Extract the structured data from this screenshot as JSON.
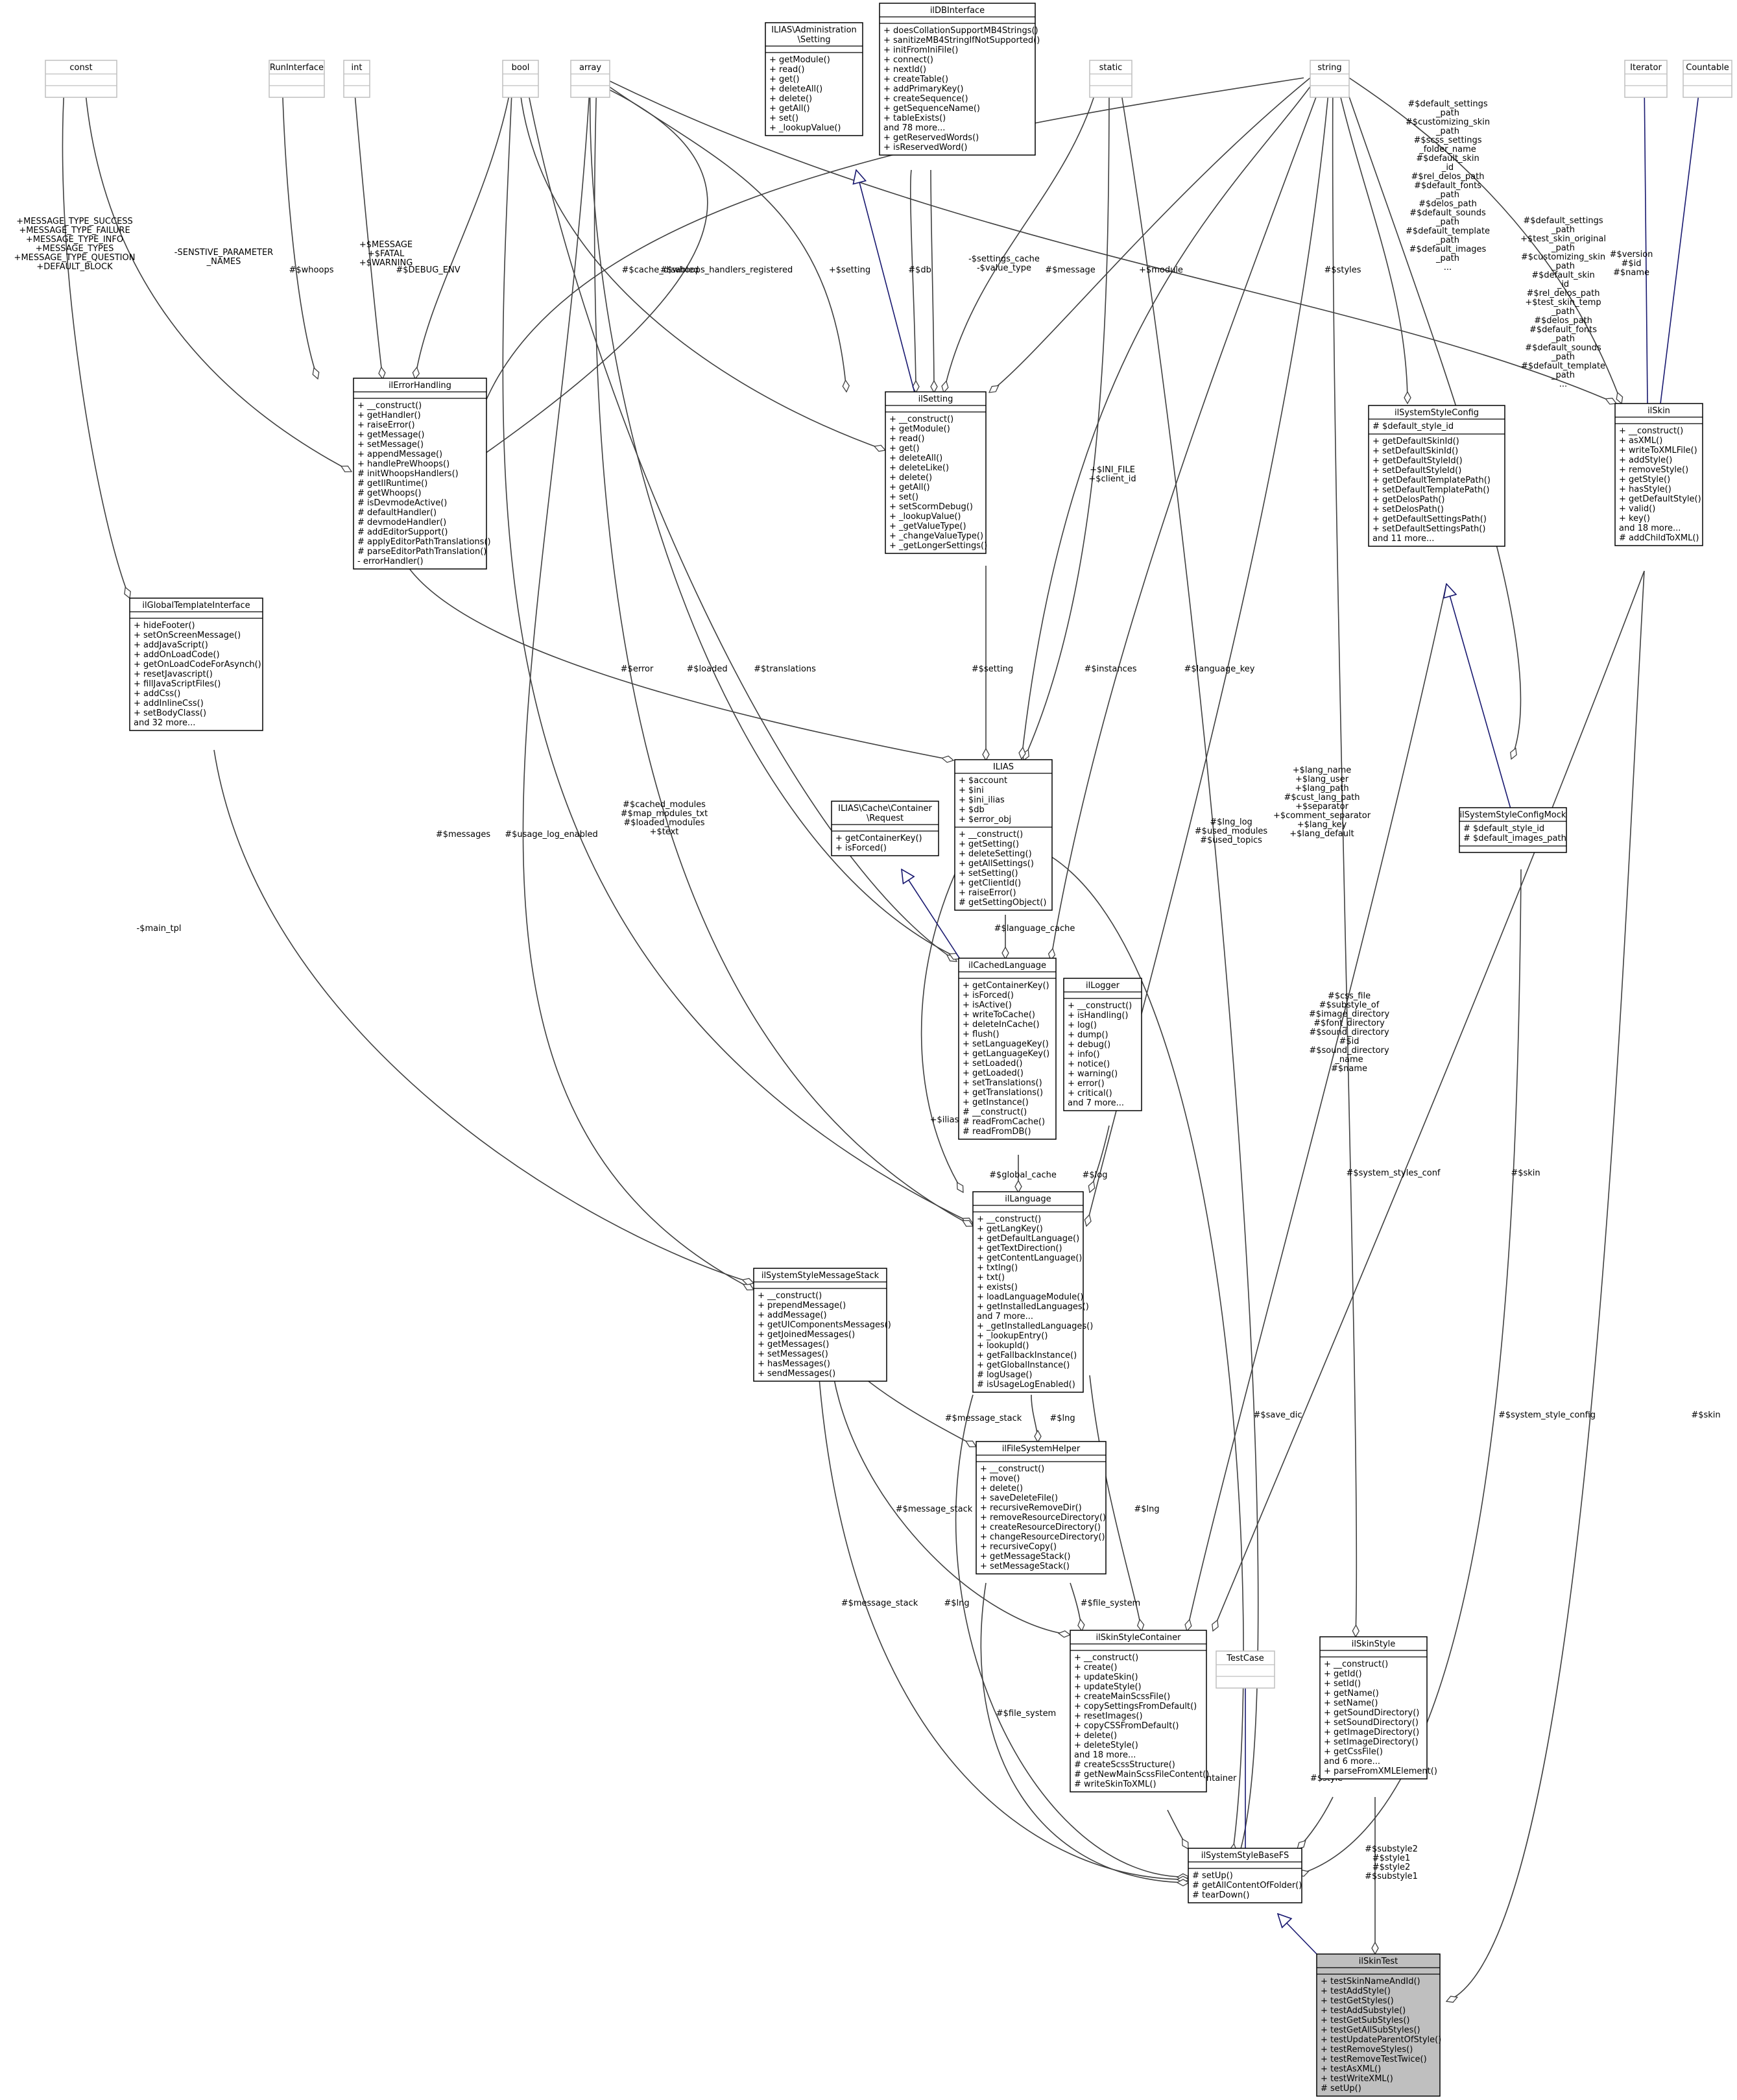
{
  "classes": [
    {
      "id": "const",
      "title": "const",
      "members": [],
      "methods": [],
      "empty": true,
      "fill": "#ffffff",
      "stroke": "#bfbfbf"
    },
    {
      "id": "RunInterface",
      "title": "RunInterface",
      "members": [],
      "methods": [],
      "empty": true,
      "fill": "#ffffff",
      "stroke": "#bfbfbf"
    },
    {
      "id": "int",
      "title": "int",
      "members": [],
      "methods": [],
      "empty": true,
      "fill": "#ffffff",
      "stroke": "#bfbfbf"
    },
    {
      "id": "bool",
      "title": "bool",
      "members": [],
      "methods": [],
      "empty": true,
      "fill": "#ffffff",
      "stroke": "#bfbfbf"
    },
    {
      "id": "array",
      "title": "array",
      "members": [],
      "methods": [],
      "empty": true,
      "fill": "#ffffff",
      "stroke": "#bfbfbf"
    },
    {
      "id": "AdminSetting",
      "title": [
        "ILIAS\\Administration",
        "\\Setting"
      ],
      "members": [],
      "methods": [
        "+ getModule()",
        "+ read()",
        "+ get()",
        "+ deleteAll()",
        "+ delete()",
        "+ getAll()",
        "+ set()",
        "+ _lookupValue()"
      ],
      "fill": "#ffffff",
      "stroke": "#000000"
    },
    {
      "id": "ilDBInterface",
      "title": "ilDBInterface",
      "members": [],
      "methods": [
        "+ doesCollationSupportMB4Strings()",
        "+ sanitizeMB4StringIfNotSupported()",
        "+ initFromIniFile()",
        "+ connect()",
        "+ nextId()",
        "+ createTable()",
        "+ addPrimaryKey()",
        "+ createSequence()",
        "+ getSequenceName()",
        "+ tableExists()",
        "and 78 more...",
        "+ getReservedWords()",
        "+ isReservedWord()"
      ],
      "fill": "#ffffff",
      "stroke": "#000000"
    },
    {
      "id": "static",
      "title": "static",
      "members": [],
      "methods": [],
      "empty": true,
      "fill": "#ffffff",
      "stroke": "#bfbfbf"
    },
    {
      "id": "string",
      "title": "string",
      "members": [],
      "methods": [],
      "empty": true,
      "fill": "#ffffff",
      "stroke": "#bfbfbf"
    },
    {
      "id": "Iterator",
      "title": "Iterator",
      "members": [],
      "methods": [],
      "empty": true,
      "fill": "#ffffff",
      "stroke": "#bfbfbf"
    },
    {
      "id": "Countable",
      "title": "Countable",
      "members": [],
      "methods": [],
      "empty": true,
      "fill": "#ffffff",
      "stroke": "#bfbfbf"
    },
    {
      "id": "ilErrorHandling",
      "title": "ilErrorHandling",
      "members": [],
      "methods": [
        "+ __construct()",
        "+ getHandler()",
        "+ raiseError()",
        "+ getMessage()",
        "+ setMessage()",
        "+ appendMessage()",
        "+ handlePreWhoops()",
        "# initWhoopsHandlers()",
        "# getIlRuntime()",
        "# getWhoops()",
        "# isDevmodeActive()",
        "# defaultHandler()",
        "# devmodeHandler()",
        "# addEditorSupport()",
        "# applyEditorPathTranslations()",
        "# parseEditorPathTranslation()",
        "- errorHandler()"
      ],
      "fill": "#ffffff",
      "stroke": "#000000"
    },
    {
      "id": "ilSetting",
      "title": "ilSetting",
      "members": [],
      "methods": [
        "+ __construct()",
        "+ getModule()",
        "+ read()",
        "+ get()",
        "+ deleteAll()",
        "+ deleteLike()",
        "+ delete()",
        "+ getAll()",
        "+ set()",
        "+ setScormDebug()",
        "+ _lookupValue()",
        "+ _getValueType()",
        "+ _changeValueType()",
        "+ _getLongerSettings()"
      ],
      "fill": "#ffffff",
      "stroke": "#000000"
    },
    {
      "id": "ilSystemStyleConfig",
      "title": "ilSystemStyleConfig",
      "members": [
        "# $default_style_id"
      ],
      "methods": [
        "+ getDefaultSkinId()",
        "+ setDefaultSkinId()",
        "+ getDefaultStyleId()",
        "+ setDefaultStyleId()",
        "+ getDefaultTemplatePath()",
        "+ setDefaultTemplatePath()",
        "+ getDelosPath()",
        "+ setDelosPath()",
        "+ getDefaultSettingsPath()",
        "+ setDefaultSettingsPath()",
        "and 11 more..."
      ],
      "fill": "#ffffff",
      "stroke": "#000000"
    },
    {
      "id": "ilSkin",
      "title": "ilSkin",
      "members": [],
      "methods": [
        "+ __construct()",
        "+ asXML()",
        "+ writeToXMLFile()",
        "+ addStyle()",
        "+ removeStyle()",
        "+ getStyle()",
        "+ hasStyle()",
        "+ getDefaultStyle()",
        "+ valid()",
        "+ key()",
        "and 18 more...",
        "# addChildToXML()"
      ],
      "fill": "#ffffff",
      "stroke": "#000000"
    },
    {
      "id": "ilGlobalTemplateInterface",
      "title": "ilGlobalTemplateInterface",
      "members": [],
      "methods": [
        "+ hideFooter()",
        "+ setOnScreenMessage()",
        "+ addJavaScript()",
        "+ addOnLoadCode()",
        "+ getOnLoadCodeForAsynch()",
        "+ resetJavascript()",
        "+ fillJavaScriptFiles()",
        "+ addCss()",
        "+ addInlineCss()",
        "+ setBodyClass()",
        "and 32 more..."
      ],
      "fill": "#ffffff",
      "stroke": "#000000"
    },
    {
      "id": "ILIAS",
      "title": "ILIAS",
      "members": [
        "+ $account",
        "+ $ini",
        "+ $ini_ilias",
        "+ $db",
        "+ $error_obj"
      ],
      "methods": [
        "+ __construct()",
        "+ getSetting()",
        "+ deleteSetting()",
        "+ getAllSettings()",
        "+ setSetting()",
        "+ getClientId()",
        "+ raiseError()",
        "# getSettingObject()"
      ],
      "fill": "#ffffff",
      "stroke": "#000000"
    },
    {
      "id": "CacheRequest",
      "title": [
        "ILIAS\\Cache\\Container",
        "\\Request"
      ],
      "members": [],
      "methods": [
        "+ getContainerKey()",
        "+ isForced()"
      ],
      "fill": "#ffffff",
      "stroke": "#000000"
    },
    {
      "id": "ilSystemStyleConfigMock",
      "title": "ilSystemStyleConfigMock",
      "members": [
        "# $default_style_id",
        "# $default_images_path"
      ],
      "methods": [],
      "fill": "#ffffff",
      "stroke": "#000000"
    },
    {
      "id": "ilCachedLanguage",
      "title": "ilCachedLanguage",
      "members": [],
      "methods": [
        "+ getContainerKey()",
        "+ isForced()",
        "+ isActive()",
        "+ writeToCache()",
        "+ deleteInCache()",
        "+ flush()",
        "+ setLanguageKey()",
        "+ getLanguageKey()",
        "+ setLoaded()",
        "+ getLoaded()",
        "+ setTranslations()",
        "+ getTranslations()",
        "+ getInstance()",
        "# __construct()",
        "# readFromCache()",
        "# readFromDB()"
      ],
      "fill": "#ffffff",
      "stroke": "#000000"
    },
    {
      "id": "ilLogger",
      "title": "ilLogger",
      "members": [],
      "methods": [
        "+ __construct()",
        "+ isHandling()",
        "+ log()",
        "+ dump()",
        "+ debug()",
        "+ info()",
        "+ notice()",
        "+ warning()",
        "+ error()",
        "+ critical()",
        "and 7 more..."
      ],
      "fill": "#ffffff",
      "stroke": "#000000"
    },
    {
      "id": "ilLanguage",
      "title": "ilLanguage",
      "members": [],
      "methods": [
        "+ __construct()",
        "+ getLangKey()",
        "+ getDefaultLanguage()",
        "+ getTextDirection()",
        "+ getContentLanguage()",
        "+ txtlng()",
        "+ txt()",
        "+ exists()",
        "+ loadLanguageModule()",
        "+ getInstalledLanguages()",
        "and 7 more...",
        "+ _getInstalledLanguages()",
        "+ _lookupEntry()",
        "+ lookupId()",
        "+ getFallbackInstance()",
        "+ getGlobalInstance()",
        "# logUsage()",
        "# isUsageLogEnabled()"
      ],
      "fill": "#ffffff",
      "stroke": "#000000"
    },
    {
      "id": "ilSystemStyleMessageStack",
      "title": "ilSystemStyleMessageStack",
      "members": [],
      "methods": [
        "+ __construct()",
        "+ prependMessage()",
        "+ addMessage()",
        "+ getUIComponentsMessages()",
        "+ getJoinedMessages()",
        "+ getMessages()",
        "+ setMessages()",
        "+ hasMessages()",
        "+ sendMessages()"
      ],
      "fill": "#ffffff",
      "stroke": "#000000"
    },
    {
      "id": "ilFileSystemHelper",
      "title": "ilFileSystemHelper",
      "members": [],
      "methods": [
        "+ __construct()",
        "+ move()",
        "+ delete()",
        "+ saveDeleteFile()",
        "+ recursiveRemoveDir()",
        "+ removeResourceDirectory()",
        "+ createResourceDirectory()",
        "+ changeResourceDirectory()",
        "+ recursiveCopy()",
        "+ getMessageStack()",
        "+ setMessageStack()"
      ],
      "fill": "#ffffff",
      "stroke": "#000000"
    },
    {
      "id": "ilSkinStyleContainer",
      "title": "ilSkinStyleContainer",
      "members": [],
      "methods": [
        "+ __construct()",
        "+ create()",
        "+ updateSkin()",
        "+ updateStyle()",
        "+ createMainScssFile()",
        "+ copySettingsFromDefault()",
        "+ resetImages()",
        "+ copyCSSFromDefault()",
        "+ delete()",
        "+ deleteStyle()",
        "and 18 more...",
        "# createScssStructure()",
        "# getNewMainScssFileContent()",
        "# writeSkinToXML()"
      ],
      "fill": "#ffffff",
      "stroke": "#000000"
    },
    {
      "id": "TestCase",
      "title": "TestCase",
      "members": [],
      "methods": [],
      "empty": true,
      "fill": "#ffffff",
      "stroke": "#bfbfbf"
    },
    {
      "id": "ilSkinStyle",
      "title": "ilSkinStyle",
      "members": [],
      "methods": [
        "+ __construct()",
        "+ getId()",
        "+ setId()",
        "+ getName()",
        "+ setName()",
        "+ getSoundDirectory()",
        "+ setSoundDirectory()",
        "+ getImageDirectory()",
        "+ setImageDirectory()",
        "+ getCssFile()",
        "and 6 more...",
        "+ parseFromXMLElement()"
      ],
      "fill": "#ffffff",
      "stroke": "#000000"
    },
    {
      "id": "ilSystemStyleBaseFS",
      "title": "ilSystemStyleBaseFS",
      "members": [],
      "methods": [
        "# setUp()",
        "# getAllContentOfFolder()",
        "# tearDown()"
      ],
      "fill": "#ffffff",
      "stroke": "#000000"
    },
    {
      "id": "ilSkinTest",
      "title": "ilSkinTest",
      "members": [],
      "methods": [
        "+ testSkinNameAndId()",
        "+ testAddStyle()",
        "+ testGetStyles()",
        "+ testAddSubstyle()",
        "+ testGetSubStyles()",
        "+ testGetAllSubStyles()",
        "+ testUpdateParentOfStyle()",
        "+ testRemoveStyles()",
        "+ testRemoveTestTwice()",
        "+ testAsXML()",
        "+ testWriteXML()",
        "# setUp()"
      ],
      "fill": "#bfbfbf",
      "stroke": "#000000"
    }
  ],
  "edge_labels": [
    [
      "+MESSAGE_TYPE_SUCCESS",
      "+MESSAGE_TYPE_FAILURE",
      "+MESSAGE_TYPE_INFO",
      "+MESSAGE_TYPES",
      "+MESSAGE_TYPE_QUESTION",
      "+DEFAULT_BLOCK"
    ],
    [
      "-SENSTIVE_PARAMETER",
      "_NAMES"
    ],
    [
      "#$whoops"
    ],
    [
      "+$MESSAGE",
      "+$FATAL",
      "+$WARNING"
    ],
    [
      "#$DEBUG_ENV"
    ],
    [
      "#$cache_disabled"
    ],
    [
      "#$whoops_handlers_registered"
    ],
    [
      "+$setting"
    ],
    [
      "#$db"
    ],
    [
      "-$settings_cache",
      "-$value_type"
    ],
    [
      "#$message"
    ],
    [
      "+$module"
    ],
    [
      "#$styles"
    ],
    [
      "#$default_settings",
      "_path",
      "#$customizing_skin",
      "_path",
      "#$scss_settings",
      "_folder_name",
      "#$default_skin",
      "_id",
      "#$rel_delos_path",
      "#$default_fonts",
      "_path",
      "#$delos_path",
      "#$default_sounds",
      "_path",
      "#$default_template",
      "_path",
      "#$default_images",
      "_path",
      "..."
    ],
    [
      "#$default_settings",
      "_path",
      "+$test_skin_original",
      "_path",
      "#$customizing_skin",
      "_path",
      "#$default_skin",
      "_id",
      "#$rel_delos_path",
      "+$test_skin_temp",
      "_path",
      "#$delos_path",
      "#$default_fonts",
      "_path",
      "#$default_sounds",
      "_path",
      "#$default_template",
      "_path",
      "..."
    ],
    [
      "#$version",
      "#$id",
      "#$name"
    ],
    [
      "+$INI_FILE",
      "+$client_id"
    ],
    [
      "#$error"
    ],
    [
      "#$loaded"
    ],
    [
      "#$translations"
    ],
    [
      "#$setting"
    ],
    [
      "#$instances"
    ],
    [
      "#$language_key"
    ],
    [
      "#$messages"
    ],
    [
      "#$usage_log_enabled"
    ],
    [
      "#$cached_modules",
      "#$map_modules_txt",
      "#$loaded_modules",
      "+$text"
    ],
    [
      "#$lng_log",
      "#$used_modules",
      "#$used_topics"
    ],
    [
      "+$lang_name",
      "+$lang_user",
      "+$lang_path",
      "#$cust_lang_path",
      "+$separator",
      "+$comment_separator",
      "+$lang_key",
      "+$lang_default"
    ],
    [
      "#$language_cache"
    ],
    [
      "-$main_tpl"
    ],
    [
      "+$ilias"
    ],
    [
      "#$css_file",
      "#$substyle_of",
      "#$image_directory",
      "#$font_directory",
      "#$sound_directory",
      "#$id",
      "#$sound_directory",
      "_name",
      "#$name"
    ],
    [
      "#$global_cache"
    ],
    [
      "#$log"
    ],
    [
      "#$system_styles_conf"
    ],
    [
      "#$skin"
    ],
    [
      "#$skin"
    ],
    [
      "#$message_stack"
    ],
    [
      "#$lng"
    ],
    [
      "#$save_dic"
    ],
    [
      "#$system_style_config"
    ],
    [
      "#$message_stack"
    ],
    [
      "#$lng"
    ],
    [
      "#$file_system"
    ],
    [
      "#$message_stack"
    ],
    [
      "#$lng"
    ],
    [
      "#$file_system"
    ],
    [
      "#$container"
    ],
    [
      "#$style"
    ],
    [
      "#$substyle2",
      "#$style1",
      "#$style2",
      "#$substyle1"
    ]
  ],
  "colors": {
    "association": "#404040",
    "inheritance": "#191970",
    "focus_fill": "#bfbfbf",
    "empty_border": "#bfbfbf"
  }
}
